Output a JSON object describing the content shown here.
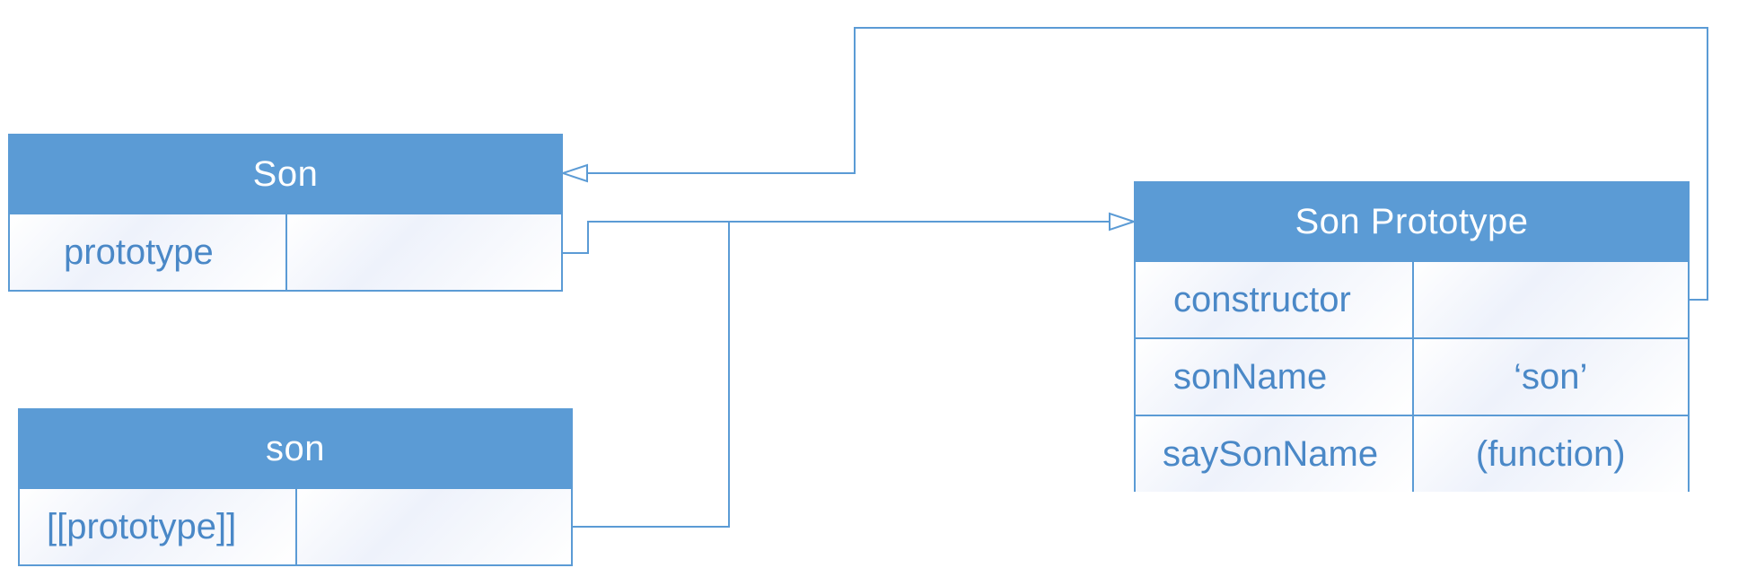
{
  "son_ctor": {
    "title": "Son",
    "rows": [
      {
        "key": "prototype",
        "value": ""
      }
    ]
  },
  "son_instance": {
    "title": "son",
    "rows": [
      {
        "key": "[[prototype]]",
        "value": ""
      }
    ]
  },
  "son_prototype": {
    "title": "Son Prototype",
    "rows": [
      {
        "key": "constructor",
        "value": ""
      },
      {
        "key": "sonName",
        "value": "‘son’"
      },
      {
        "key": "saySonName",
        "value": "(function)"
      }
    ]
  },
  "colors": {
    "accent": "#5b9bd5",
    "text": "#4a88c7",
    "header_text": "#ffffff"
  }
}
